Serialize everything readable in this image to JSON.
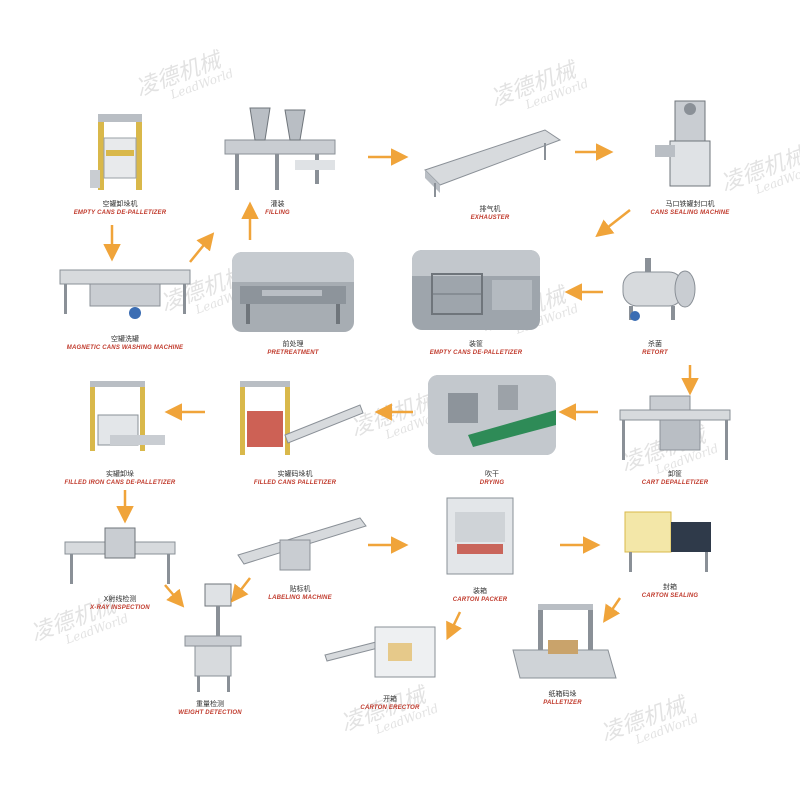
{
  "colors": {
    "arrow": "#f0a43a",
    "label_en": "#c0392b",
    "machine": "#c9cdd2",
    "frame": "#d9b84a"
  },
  "watermark": {
    "brand_cn": "凌德机械",
    "brand_en": "LeadWorld"
  },
  "nodes": [
    {
      "id": "empty-cans-depalletizer-1",
      "cn": "空罐卸垛机",
      "en": "EMPTY CANS DE-PALLETIZER"
    },
    {
      "id": "filling",
      "cn": "灌装",
      "en": "FILLING"
    },
    {
      "id": "exhauster",
      "cn": "排气机",
      "en": "EXHAUSTER"
    },
    {
      "id": "cans-sealing-machine",
      "cn": "马口铁罐封口机",
      "en": "CANS SEALING MACHINE"
    },
    {
      "id": "magnetic-cans-washing",
      "cn": "空罐洗罐",
      "en": "MAGNETIC CANS WASHING MACHINE"
    },
    {
      "id": "pretreatment",
      "cn": "前处理",
      "en": "PRETREATMENT"
    },
    {
      "id": "empty-cans-depalletizer-2",
      "cn": "装筐",
      "en": "EMPTY CANS DE-PALLETIZER"
    },
    {
      "id": "retort",
      "cn": "杀菌",
      "en": "RETORT"
    },
    {
      "id": "filled-iron-cans-depalletizer",
      "cn": "实罐卸垛",
      "en": "FILLED IRON CANS DE-PALLETIZER"
    },
    {
      "id": "filled-cans-palletizer",
      "cn": "实罐码垛机",
      "en": "FILLED CANS PALLETIZER"
    },
    {
      "id": "drying",
      "cn": "吹干",
      "en": "DRYING"
    },
    {
      "id": "cart-depalletizer",
      "cn": "卸筐",
      "en": "CART DEPALLETIZER"
    },
    {
      "id": "xray-inspection",
      "cn": "X射线检测",
      "en": "X-RAY INSPECTION"
    },
    {
      "id": "labeling-machine",
      "cn": "贴标机",
      "en": "LABELING MACHINE"
    },
    {
      "id": "carton-packer",
      "cn": "装箱",
      "en": "CARTON PACKER"
    },
    {
      "id": "carton-sealing",
      "cn": "封箱",
      "en": "CARTON SEALING"
    },
    {
      "id": "weight-detection",
      "cn": "重量检测",
      "en": "WEIGHT DETECTION"
    },
    {
      "id": "carton-erector",
      "cn": "开箱",
      "en": "CARTON ERECTOR"
    },
    {
      "id": "palletizer",
      "cn": "纸箱码垛",
      "en": "PALLETIZER"
    }
  ]
}
